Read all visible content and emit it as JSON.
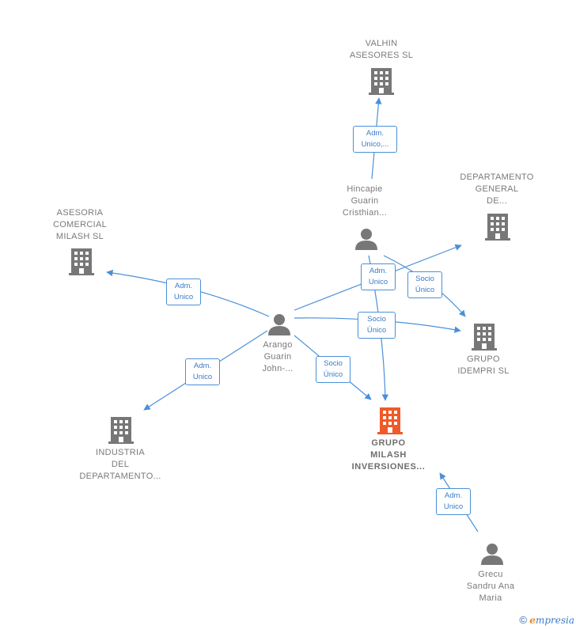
{
  "colors": {
    "edge": "#4a90d9",
    "company": "#777777",
    "main_company": "#f05a28",
    "person": "#777777"
  },
  "nodes": {
    "valhin": {
      "label": "VALHIN\nASESORES  SL",
      "icon": "building-icon"
    },
    "hincapie": {
      "label": "Hincapie\nGuarin\nCristhian...",
      "icon": "person-icon"
    },
    "departamento": {
      "label": "DEPARTAMENTO\nGENERAL\nDE...",
      "icon": "building-icon"
    },
    "asesoria": {
      "label": "ASESORIA\nCOMERCIAL\nMILASH  SL",
      "icon": "building-icon"
    },
    "arango": {
      "label": "Arango\nGuarin\nJohn-...",
      "icon": "person-icon"
    },
    "idempri": {
      "label": "GRUPO\nIDEMPRI SL",
      "icon": "building-icon"
    },
    "industria": {
      "label": "INDUSTRIA\nDEL\nDEPARTAMENTO...",
      "icon": "building-icon"
    },
    "milash": {
      "label": "GRUPO\nMILASH\nINVERSIONES...",
      "icon": "building-icon"
    },
    "grecu": {
      "label": "Grecu\nSandru Ana\nMaria",
      "icon": "person-icon"
    }
  },
  "relations": [
    {
      "label": "Adm.\nUnico,..."
    },
    {
      "label": "Adm.\nUnico"
    },
    {
      "label": "Socio\nÚnico"
    },
    {
      "label": "Adm.\nUnico"
    },
    {
      "label": "Socio\nÚnico"
    },
    {
      "label": "Adm.\nUnico"
    },
    {
      "label": "Socio\nÚnico"
    },
    {
      "label": "Adm.\nUnico"
    }
  ],
  "footer": {
    "copyright": "©",
    "brand_initial": "e",
    "brand_rest": "mpresia"
  }
}
